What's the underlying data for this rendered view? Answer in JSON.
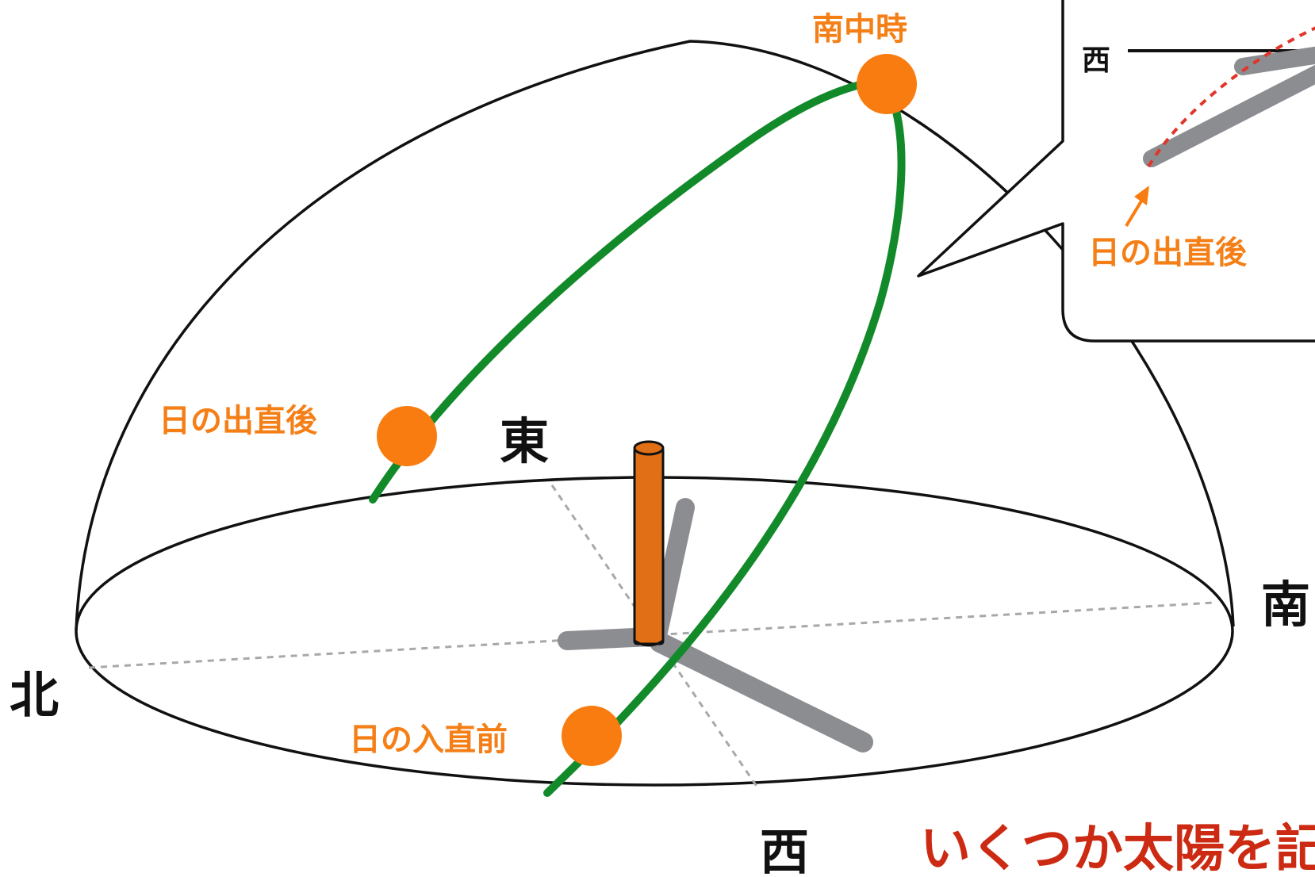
{
  "colors": {
    "sun": "#f97c10",
    "sun_label": "#f57f17",
    "path": "#128a2a",
    "gnomon": "#e06f15",
    "shadow": "#8b8d91",
    "caption": "#cc2a12",
    "trajectory": "#e0352a"
  },
  "labels": {
    "north": "北",
    "south": "南",
    "east": "東",
    "west": "西"
  },
  "sun_positions": {
    "sunrise": "日の出直後",
    "noon": "南中時",
    "sunset": "日の入直前"
  },
  "inset": {
    "west_label": "西",
    "sunrise_label": "日の出直後"
  },
  "caption": "いくつか太陽を記"
}
